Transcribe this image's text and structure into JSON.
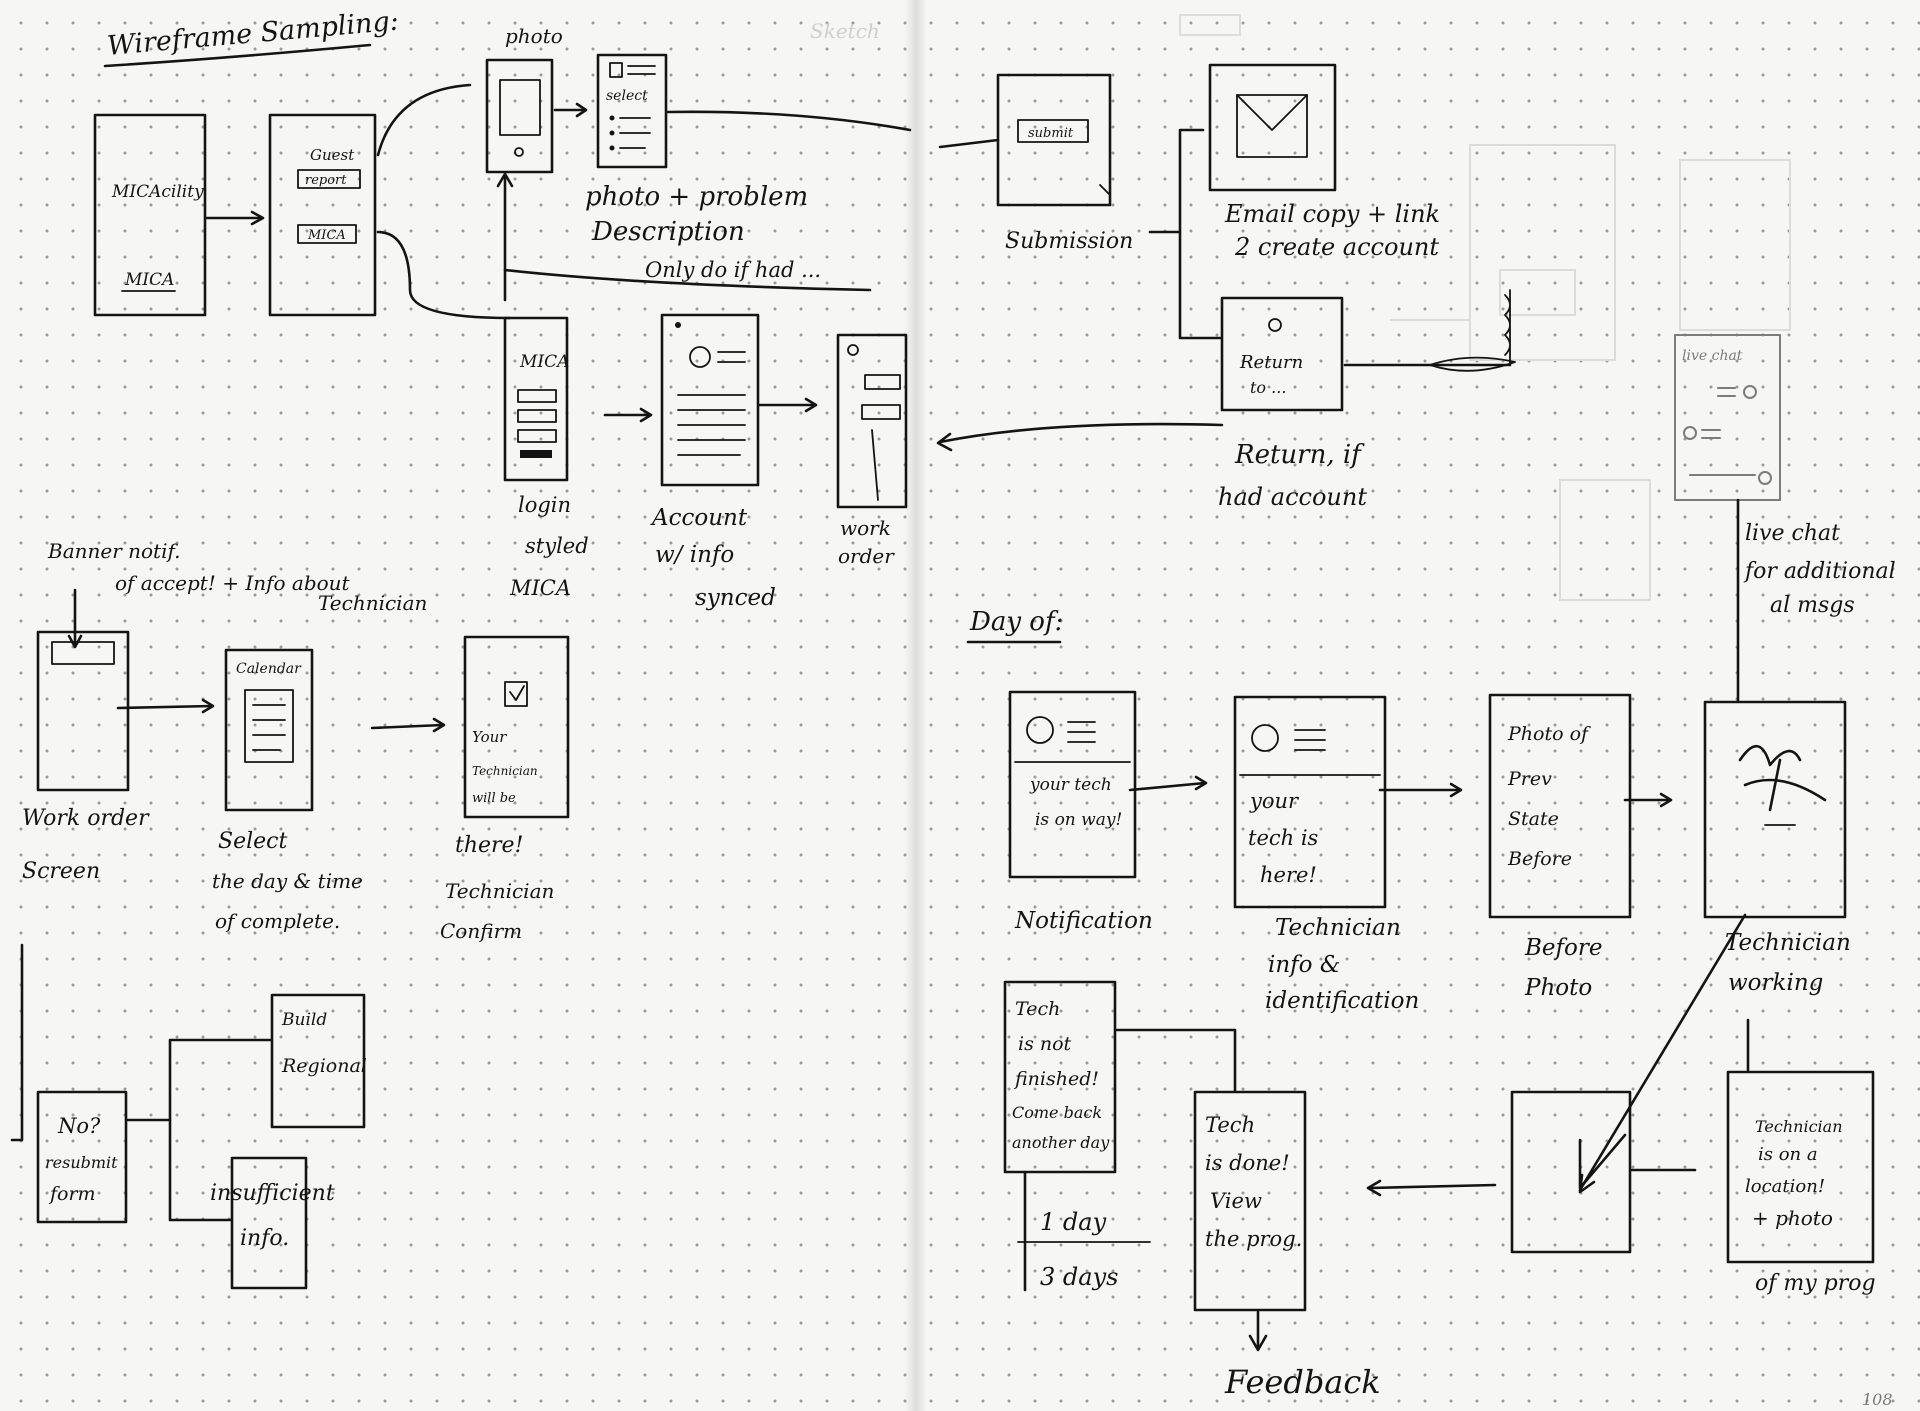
{
  "title": "Wireframe Sampling:",
  "day_of_heading": "Day of:",
  "page_number": "108",
  "screens": {
    "mica_start": {
      "line1": "MICAcility",
      "line2": "MICA"
    },
    "guest_select": {
      "line1": "Guest",
      "line2": "report",
      "line3": "MICA"
    },
    "photo_screen": {
      "label": "photo"
    },
    "select_screen": {
      "label": "select"
    },
    "submission_screen": {
      "label": "submit"
    },
    "return_screen": {
      "line1": "Return",
      "line2": "to ..."
    },
    "login_screen": {
      "label": "MICA"
    },
    "live_chat_screen": {
      "label": "live chat"
    },
    "calendar_screen": {
      "label": "Calendar"
    },
    "confirm_screen": {
      "line1": "Your",
      "line2": "Technician",
      "line3": "will be"
    },
    "notif_screen": {
      "line1": "your tech",
      "line2": "is on way!"
    },
    "tech_here_screen": {
      "line1": "your",
      "line2": "tech is",
      "line3": "here!"
    },
    "before_screen": {
      "line1": "Photo of",
      "line2": "Prev",
      "line3": "State",
      "line4": "Before"
    },
    "tech_not_finished_screen": {
      "line1": "Tech",
      "line2": "is not",
      "line3": "finished!",
      "line4": "Come back",
      "line5": "another day"
    },
    "tech_done_screen": {
      "line1": "Tech",
      "line2": "is done!",
      "line3": "View",
      "line4": "the prog."
    },
    "tech_onsite_screen": {
      "line1": "Technician",
      "line2": "is on a",
      "line3": "location!",
      "line4": "+ photo"
    },
    "build_screen": {
      "line1": "Build",
      "line2": "Regional"
    },
    "no_screen": {
      "line1": "No?",
      "line2": "resubmit",
      "line3": "form"
    },
    "insufficient_screen": {
      "line1": "insufficient",
      "line2": "info."
    }
  },
  "captions": {
    "photo_problem": {
      "line1": "photo + problem",
      "line2": "Description",
      "line3": "Only do if had ..."
    },
    "submission": "Submission",
    "email_copy": {
      "line1": "Email copy + link",
      "line2": "2 create account"
    },
    "return_if": {
      "line1": "Return, if",
      "line2": "had account"
    },
    "login": {
      "line1": "login",
      "line2": "styled",
      "line3": "MICA"
    },
    "account_synced": {
      "line1": "Account",
      "line2": "w/ info",
      "line3": "synced"
    },
    "work_order_small": {
      "line1": "work",
      "line2": "order"
    },
    "live_chat": {
      "line1": "live chat",
      "line2": "for additional",
      "line3": "al msgs"
    },
    "banner": {
      "line1": "Banner notif.",
      "line2": "of accept! + Info about",
      "line3": "Technician"
    },
    "work_order_screen": {
      "line1": "Work order",
      "line2": "Screen"
    },
    "select_day": {
      "line1": "Select",
      "line2": "the day & time",
      "line3": "of complete."
    },
    "tech_confirm": {
      "line1": "there!",
      "line2": "Technician",
      "line3": "Confirm"
    },
    "notification": "Notification",
    "tech_info": {
      "line1": "Technician",
      "line2": "info &",
      "line3": "identification"
    },
    "before_photo": {
      "line1": "Before",
      "line2": "Photo"
    },
    "tech_working": {
      "line1": "Technician",
      "line2": "working"
    },
    "days": {
      "line1": "1 day",
      "line2": "3 days"
    },
    "photo_progress": "of my prog",
    "feedback": "Feedback"
  }
}
